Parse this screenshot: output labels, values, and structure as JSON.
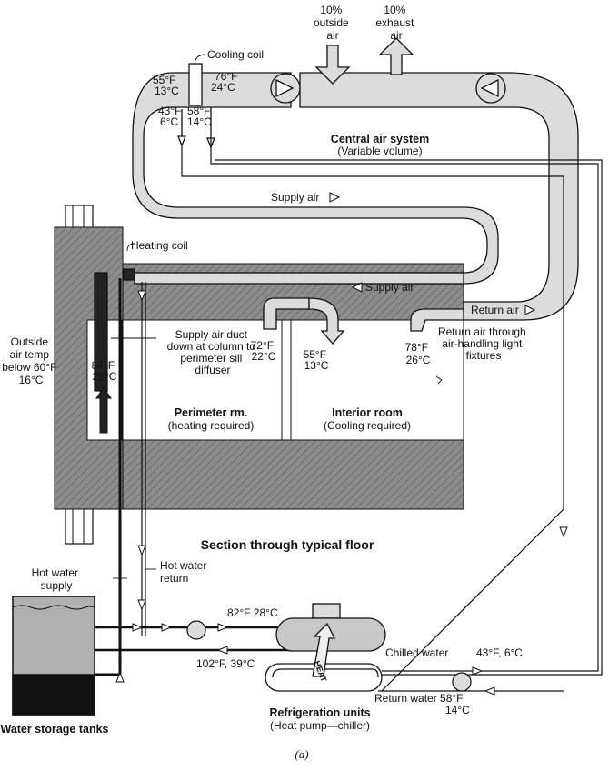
{
  "colors": {
    "duct_fill": "#dcdcdc",
    "slab_fill": "#9a9a9a",
    "building_fill": "#a8a8a8",
    "stroke": "#111111",
    "tank_hot": "#b0b0b0",
    "tank_cold": "#111111"
  },
  "labels": {
    "outside_air": [
      "10%",
      "outside",
      "air"
    ],
    "exhaust_air": [
      "10%",
      "exhaust",
      "air"
    ],
    "cooling_coil": "Cooling coil",
    "t_55f_13c": [
      "55°F",
      "13°C"
    ],
    "t_76f_24c": [
      "76°F",
      "24°C"
    ],
    "t_43f_6c_top": [
      "43°F",
      "6°C"
    ],
    "t_58f_14c_top": [
      "58°F",
      "14°C"
    ],
    "central_air_title": "Central air system",
    "central_air_sub": "(Variable volume)",
    "supply_air_top": "Supply air",
    "heating_coil": "Heating coil",
    "supply_air_mid": "Supply air",
    "return_air": "Return air",
    "outside_temp": [
      "Outside",
      "air temp",
      "below 60°F",
      "16°C"
    ],
    "supply_duct_note": [
      "Supply air duct",
      "down at column to",
      "perimeter sill",
      "diffuser"
    ],
    "t_84f_29c": [
      "84°F",
      "29°C"
    ],
    "t_72f_22c": [
      "72°F",
      "22°C"
    ],
    "t_55f_13c_room": [
      "55°F",
      "13°C"
    ],
    "t_78f_26c": [
      "78°F",
      "26°C"
    ],
    "return_note": [
      "Return air through",
      "air-handling light",
      "fixtures"
    ],
    "perimeter_title": "Perimeter rm.",
    "perimeter_sub": "(heating required)",
    "interior_title": "Interior room",
    "interior_sub": "(Cooling required)",
    "section_title": "Section through typical floor",
    "hot_water_supply": [
      "Hot water",
      "supply"
    ],
    "hot_water_return": [
      "Hot water",
      "return"
    ],
    "t_82f_28c": "82°F  28°C",
    "t_102f_39c": "102°F, 39°C",
    "heat": "HEAT",
    "chilled_water": "Chilled water",
    "t_43f_6c_bottom": "43°F, 6°C",
    "return_water": "Return water 58°F",
    "t_14c_bottom": "14°C",
    "refrig_title": "Refrigeration units",
    "refrig_sub": "(Heat pump—chiller)",
    "tanks_title": "Water storage tanks",
    "caption": "(a)"
  }
}
